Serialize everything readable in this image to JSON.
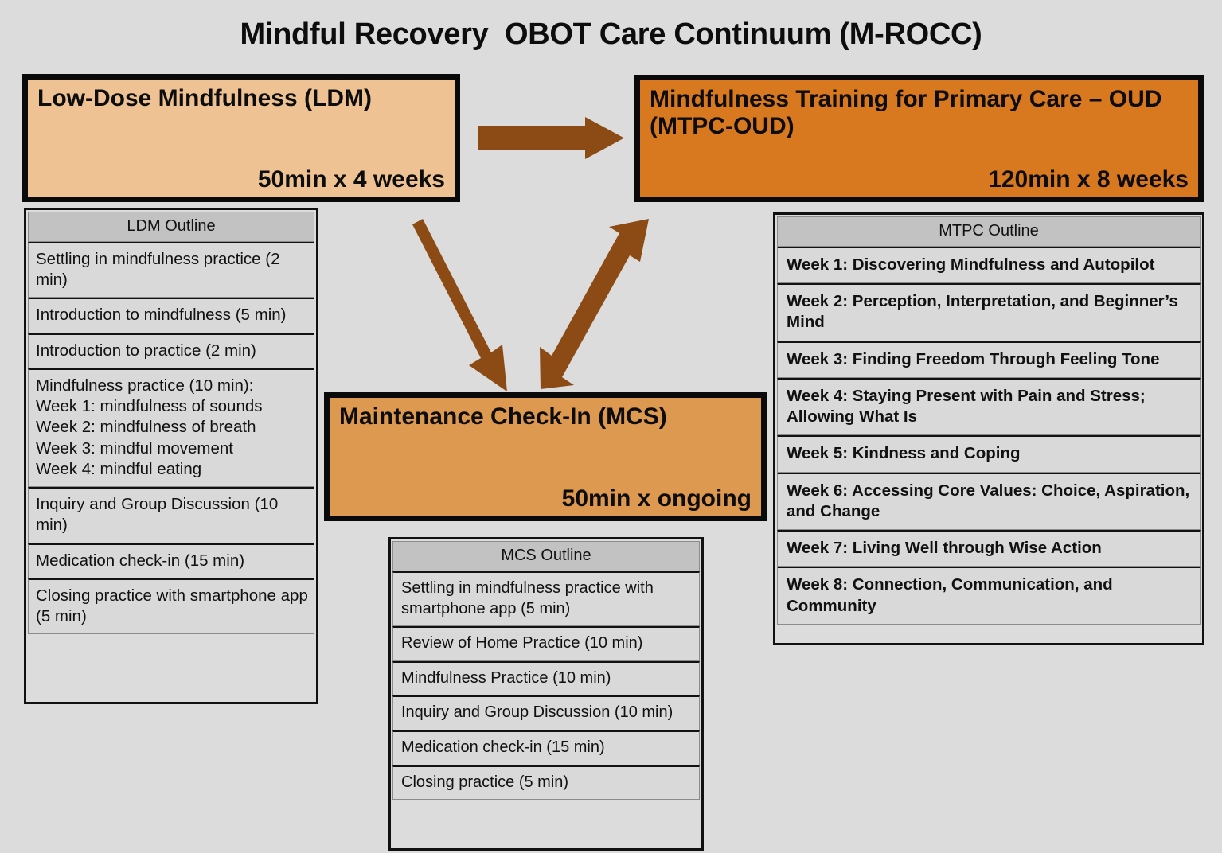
{
  "title": "Mindful Recovery  OBOT Care Continuum (M-ROCC)",
  "colors": {
    "background": "#dcdcdc",
    "ldm_fill": "#eec292",
    "mtpc_fill": "#d9791f",
    "mcs_fill": "#de9950",
    "arrow": "#8c4b14",
    "box_border": "#0a0a0a",
    "table_header_fill": "#c2c2c2",
    "table_row_fill": "#d9d9d9"
  },
  "programs": {
    "ldm": {
      "name": "Low-Dose Mindfulness (LDM)",
      "duration": "50min x 4 weeks"
    },
    "mtpc": {
      "name": "Mindfulness Training for Primary Care – OUD (MTPC-OUD)",
      "duration": "120min x 8 weeks"
    },
    "mcs": {
      "name": "Maintenance Check-In (MCS)",
      "duration": "50min x ongoing"
    }
  },
  "outlines": {
    "ldm": {
      "header": "LDM Outline",
      "rows": [
        "Settling in mindfulness practice (2 min)",
        "Introduction to mindfulness (5 min)",
        "Introduction to practice (2 min)",
        "Mindfulness practice (10 min):\n Week 1:  mindfulness of sounds\n Week 2:  mindfulness of breath\n Week 3:  mindful movement\n Week 4:  mindful eating",
        "Inquiry  and Group Discussion (10 min)",
        "Medication check-in (15 min)",
        "Closing practice with smartphone app (5 min)"
      ]
    },
    "mtpc": {
      "header": "MTPC Outline",
      "rows": [
        "Week 1: Discovering Mindfulness and Autopilot",
        "Week 2: Perception, Interpretation, and Beginner’s Mind",
        "Week 3: Finding Freedom Through Feeling Tone",
        "Week 4: Staying Present with Pain and Stress; Allowing What Is",
        "Week 5: Kindness and Coping",
        "Week 6: Accessing Core Values: Choice, Aspiration, and Change",
        "Week 7: Living Well through Wise Action",
        "Week 8: Connection, Communication, and Community"
      ]
    },
    "mcs": {
      "header": "MCS Outline",
      "rows": [
        "Settling in mindfulness practice with smartphone app (5 min)",
        "Review of Home Practice (10 min)",
        "Mindfulness Practice (10 min)",
        "Inquiry and Group Discussion (10 min)",
        "Medication check-in (15 min)",
        "Closing practice (5 min)"
      ]
    }
  },
  "arrows": [
    {
      "name": "ldm-to-mtpc-arrow",
      "direction": "right"
    },
    {
      "name": "ldm-to-mcs-arrow",
      "direction": "down-right"
    },
    {
      "name": "mcs-to-mtpc-arrow",
      "direction": "bidirectional"
    }
  ]
}
